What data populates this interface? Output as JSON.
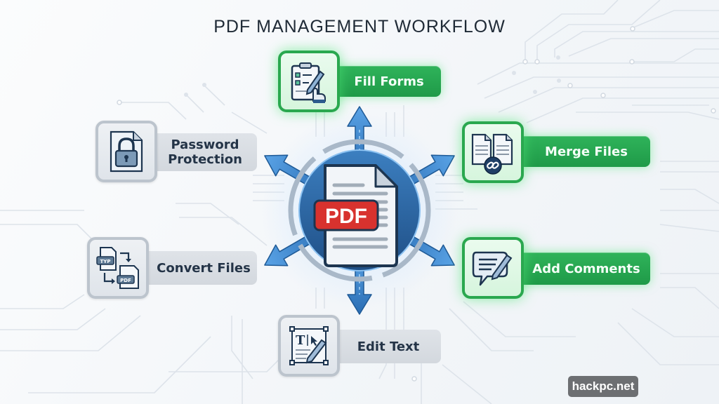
{
  "title": "PDF MANAGEMENT WORKFLOW",
  "center": {
    "label": "PDF",
    "icon": "pdf-document-icon"
  },
  "colors": {
    "green_active": "#22a24d",
    "gray_inactive": "#d8dde2",
    "hub_blue": "#2f6fae",
    "pdf_red": "#d8322e",
    "title_text": "#1f2a36"
  },
  "nodes": [
    {
      "id": "fill-forms",
      "label": "Fill Forms",
      "style": "green",
      "icon": "clipboard-pen-hand-icon",
      "direction": "up"
    },
    {
      "id": "merge-files",
      "label": "Merge Files",
      "style": "green",
      "icon": "two-documents-link-icon",
      "direction": "up-right"
    },
    {
      "id": "add-comments",
      "label": "Add Comments",
      "style": "green",
      "icon": "speech-bubble-pencil-icon",
      "direction": "down-right"
    },
    {
      "id": "edit-text",
      "label": "Edit Text",
      "style": "gray",
      "icon": "text-frame-pencil-icon",
      "direction": "down"
    },
    {
      "id": "convert-files",
      "label": "Convert Files",
      "style": "gray",
      "icon": "typ-to-pdf-convert-icon",
      "direction": "down-left",
      "icon_labels": [
        "TYP",
        "PDF"
      ]
    },
    {
      "id": "password-protection",
      "label_lines": [
        "Password",
        "Protection"
      ],
      "label": "Password Protection",
      "style": "gray",
      "icon": "document-padlock-icon",
      "direction": "up-left"
    }
  ],
  "watermark": "hackpc.net"
}
